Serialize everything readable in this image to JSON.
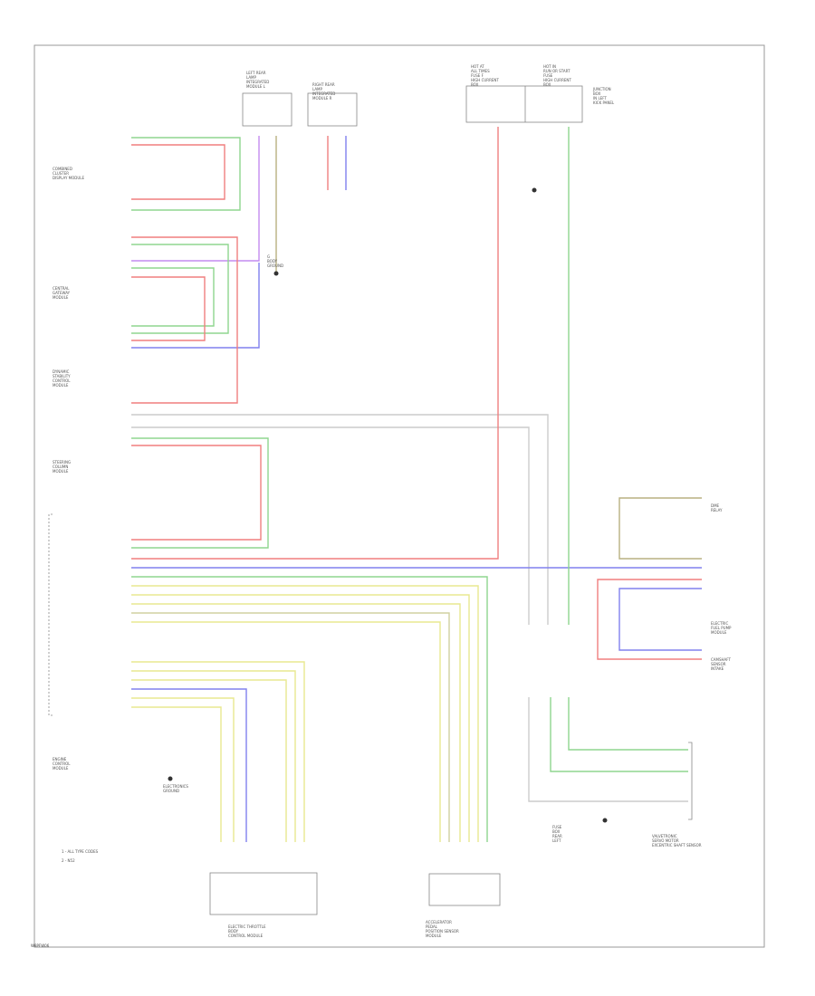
{
  "sheet": {
    "code": "W8PFW06"
  },
  "components": [
    {
      "id": "left-rear-lamp",
      "label": "LEFT REAR\nLAMP\nINTEGRATED\nMODULE L"
    },
    {
      "id": "right-rear-lamp",
      "label": "RIGHT REAR\nLAMP\nINTEGRATED\nMODULE R"
    },
    {
      "id": "hot-at-all-times-1",
      "label": "HOT AT\nALL TIMES\nFUSE F\nHIGH CURRENT\nBOX"
    },
    {
      "id": "hot-at-all-times-2",
      "label": "HOT IN\nRUN OR START\nFUSE\nHIGH CURRENT\nBOX"
    },
    {
      "id": "fuse-box-note",
      "label": "JUNCTION\nBOX\nIN LEFT\nKICK PANEL"
    },
    {
      "id": "combined-display",
      "label": "COMBINED\nCLUSTER\nDISPLAY MODULE"
    },
    {
      "id": "central-gateway",
      "label": "CENTRAL\nGATEWAY\nMODULE"
    },
    {
      "id": "dynamic-stability",
      "label": "DYNAMIC\nSTABILITY\nCONTROL\nMODULE"
    },
    {
      "id": "steering-column",
      "label": "STEERING\nCOLUMN\nMODULE"
    },
    {
      "id": "engine-control",
      "label": "ENGINE\nCONTROL\nMODULE"
    },
    {
      "id": "ground-note",
      "label": "ELECTRONICS\nGROUND"
    },
    {
      "id": "electric-throttle",
      "label": "ELECTRIC THROTTLE\nBODY\nCONTROL MODULE"
    },
    {
      "id": "accelerator-pedal",
      "label": "ACCELERATOR\nPEDAL\nPOSITION SENSOR\nMODULE"
    },
    {
      "id": "g-ground",
      "label": "G\nBODY\nGROUND"
    },
    {
      "id": "dme-relay",
      "label": "DME\nRELAY"
    },
    {
      "id": "camshaft",
      "label": "CAMSHAFT\nSENSOR\nINTAKE"
    },
    {
      "id": "valvetronic",
      "label": "VALVETRONIC\nSERVO MOTOR\nEXCENTRIC SHAFT SENSOR"
    },
    {
      "id": "fuse-main",
      "label": "FUSE\nBOX\nREAR\nLEFT"
    },
    {
      "id": "fuel-pump",
      "label": "ELECTRIC\nFUEL PUMP\nMODULE"
    }
  ],
  "legend": [
    {
      "label": "1 - ALL TYPE CODES"
    },
    {
      "label": "2 - N52"
    }
  ]
}
